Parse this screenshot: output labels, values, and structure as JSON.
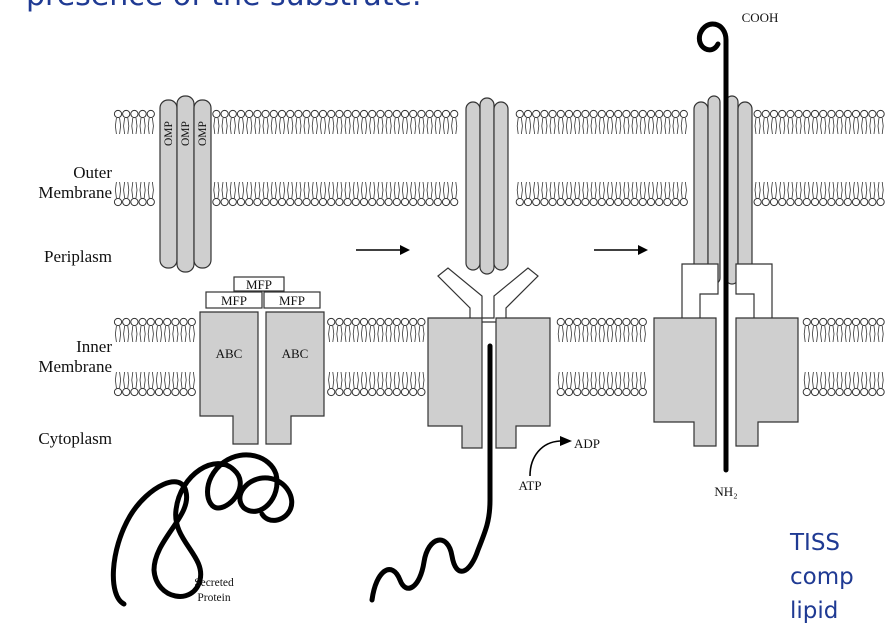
{
  "slide": {
    "heading": "presence of the substrate.",
    "caption_lines": [
      "TISS",
      "comp",
      "lipid"
    ]
  },
  "diagram": {
    "region_labels": {
      "outer_line1": "Outer",
      "outer_line2": "Membrane",
      "periplasm": "Periplasm",
      "inner_line1": "Inner",
      "inner_line2": "Membrane",
      "cytoplasm": "Cytoplasm"
    },
    "omp_labels": [
      "OMP",
      "OMP",
      "OMP"
    ],
    "mfp_labels": [
      "MFP",
      "MFP",
      "MFP"
    ],
    "abc_labels": [
      "ABC",
      "ABC"
    ],
    "cooh": "COOH",
    "nh2": "NH₂",
    "atp": "ATP",
    "adp": "ADP",
    "secreted_line1": "Secreted",
    "secreted_line2": "Protein"
  },
  "colors": {
    "text_blue": "#1f3a93",
    "protein_fill": "#cfcfcf",
    "lipid": "#333333"
  }
}
